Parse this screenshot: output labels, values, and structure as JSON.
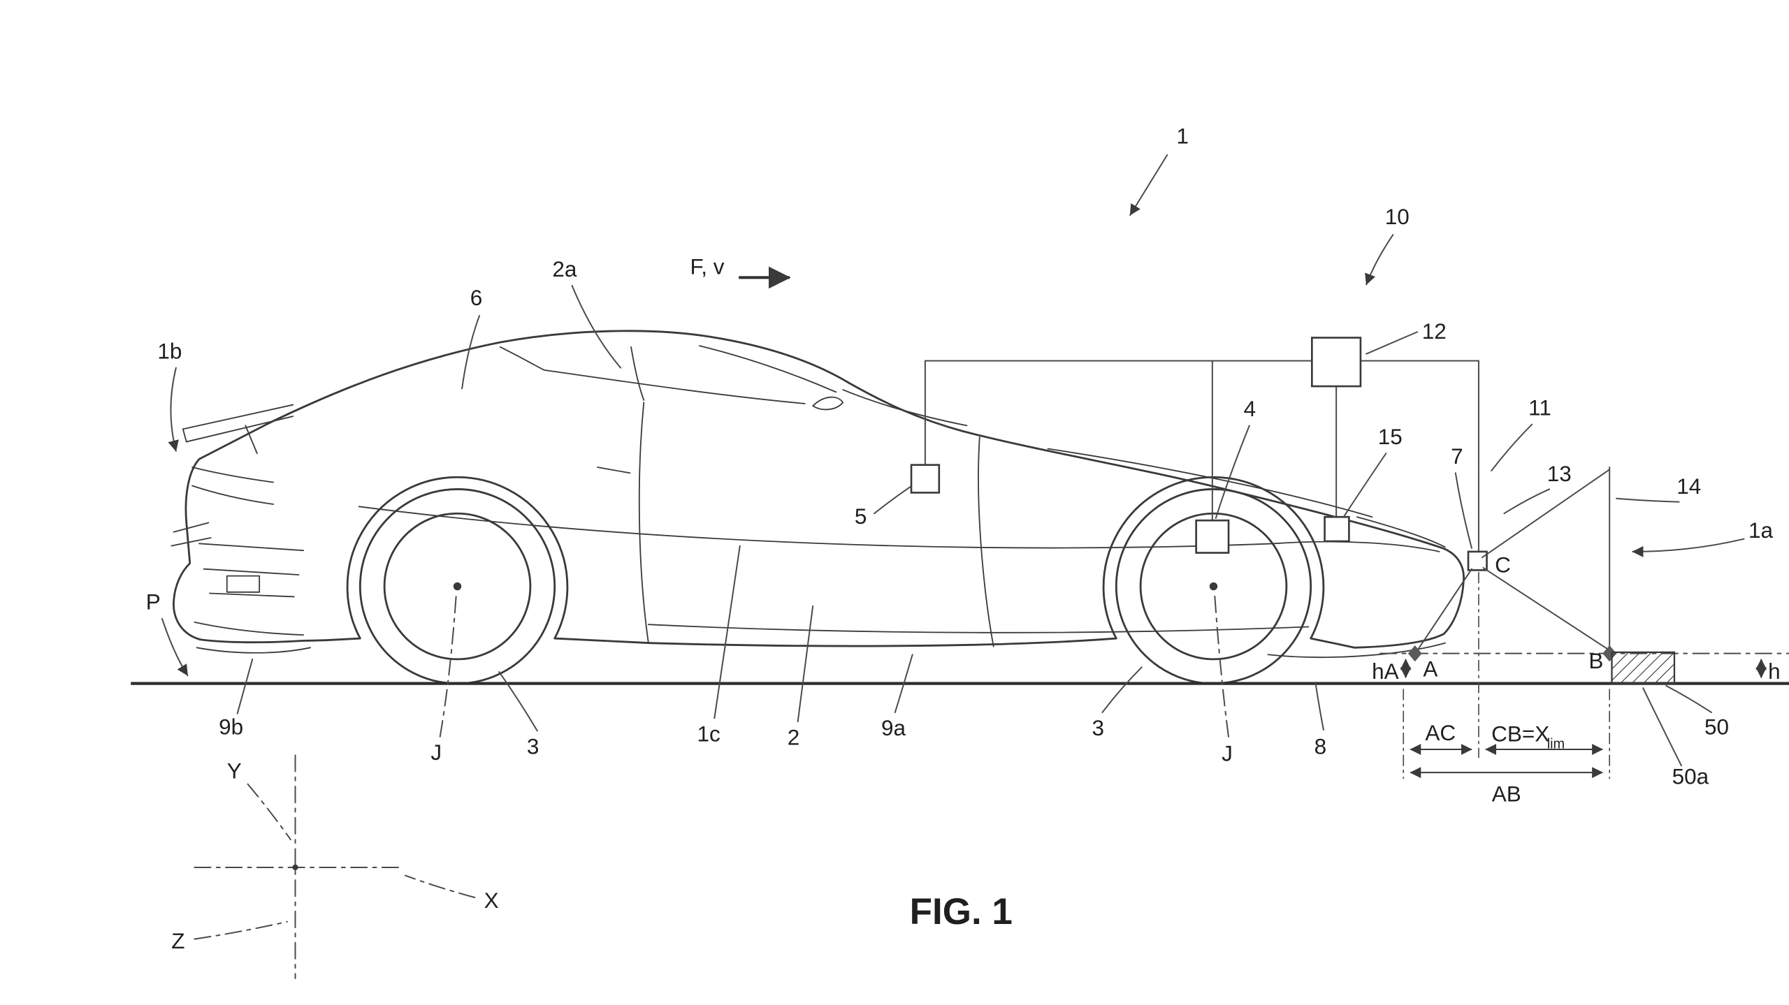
{
  "caption": "FIG. 1",
  "annotations": {
    "velocity": "F, v"
  },
  "labels": {
    "ref1": "1",
    "ref1a": "1a",
    "ref1b": "1b",
    "ref1c": "1c",
    "ref2": "2",
    "ref2a": "2a",
    "ref3_rear": "3",
    "ref3_front": "3",
    "ref4": "4",
    "ref5": "5",
    "ref6": "6",
    "ref7": "7",
    "ref8": "8",
    "ref9a": "9a",
    "ref9b": "9b",
    "ref10": "10",
    "ref11": "11",
    "ref12": "12",
    "ref13": "13",
    "ref14": "14",
    "ref15": "15",
    "ref50": "50",
    "ref50a": "50a"
  },
  "points": {
    "P": "P",
    "A": "A",
    "B": "B",
    "C": "C",
    "J_rear": "J",
    "J_front": "J"
  },
  "measurements": {
    "hA": "hA",
    "h": "h",
    "AC": "AC",
    "AB": "AB",
    "CB": "CB=X",
    "CB_sub": "lim"
  },
  "axes": {
    "x": "X",
    "y": "Y",
    "z": "Z"
  },
  "colors": {
    "line": "#3a3a3a",
    "text": "#1f1f1f",
    "background": "#ffffff"
  }
}
